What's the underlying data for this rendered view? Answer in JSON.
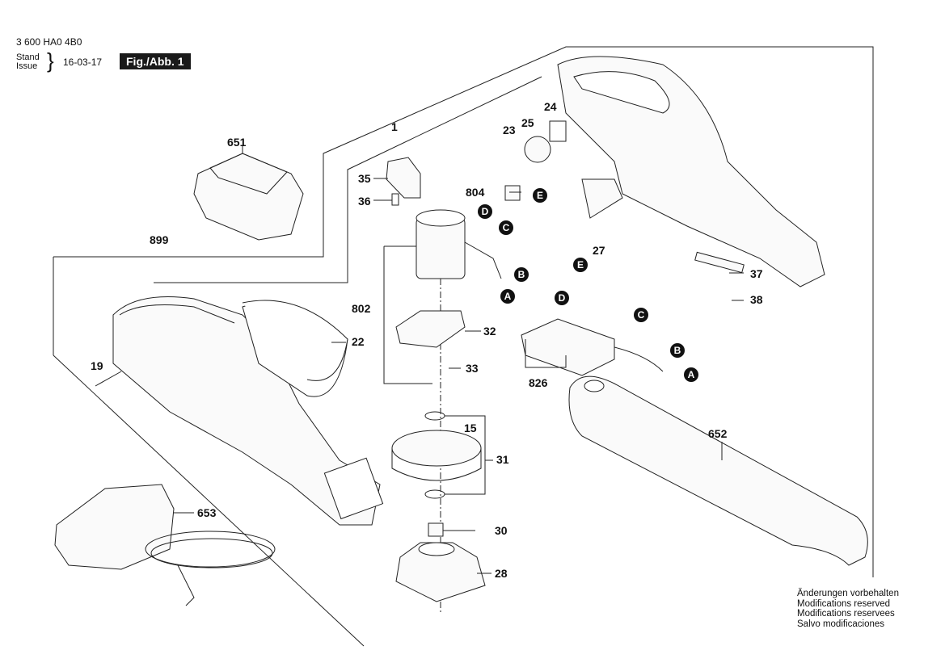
{
  "header": {
    "doc_number": "3 600 HA0 4B0",
    "stand_label": "Stand",
    "issue_label": "Issue",
    "date": "16-03-17",
    "figure_label": "Fig./Abb. 1"
  },
  "parts": [
    {
      "id": "p1",
      "label": "1"
    },
    {
      "id": "p651",
      "label": "651"
    },
    {
      "id": "p899",
      "label": "899"
    },
    {
      "id": "p35",
      "label": "35"
    },
    {
      "id": "p36",
      "label": "36"
    },
    {
      "id": "p23",
      "label": "23"
    },
    {
      "id": "p25",
      "label": "25"
    },
    {
      "id": "p24",
      "label": "24"
    },
    {
      "id": "p804",
      "label": "804"
    },
    {
      "id": "p27",
      "label": "27"
    },
    {
      "id": "p37",
      "label": "37"
    },
    {
      "id": "p38",
      "label": "38"
    },
    {
      "id": "p802",
      "label": "802"
    },
    {
      "id": "p32",
      "label": "32"
    },
    {
      "id": "p22",
      "label": "22"
    },
    {
      "id": "p19",
      "label": "19"
    },
    {
      "id": "p33",
      "label": "33"
    },
    {
      "id": "p826",
      "label": "826"
    },
    {
      "id": "p15",
      "label": "15"
    },
    {
      "id": "p31",
      "label": "31"
    },
    {
      "id": "p652",
      "label": "652"
    },
    {
      "id": "p653",
      "label": "653"
    },
    {
      "id": "p30",
      "label": "30"
    },
    {
      "id": "p28",
      "label": "28"
    }
  ],
  "connectors": {
    "A": "A",
    "B": "B",
    "C": "C",
    "D": "D",
    "E": "E"
  },
  "notes": [
    "Änderungen vorbehalten",
    "Modifications reserved",
    "Modifications reservees",
    "Salvo modificaciones"
  ]
}
